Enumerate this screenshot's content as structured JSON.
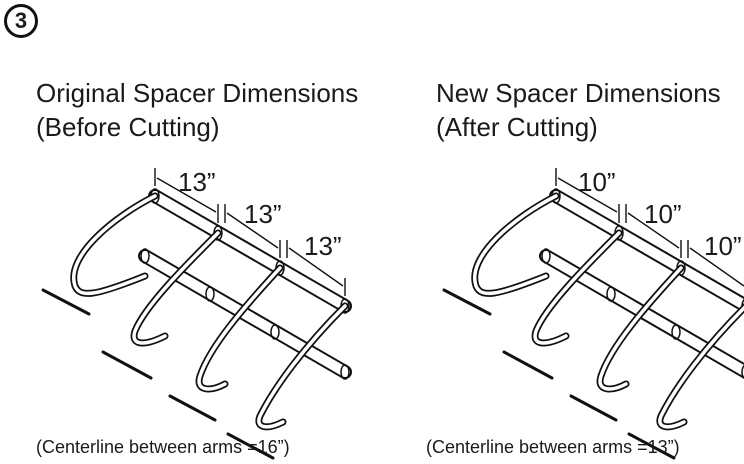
{
  "step": {
    "number": "3"
  },
  "left": {
    "title_line1": "Original Spacer Dimensions",
    "title_line2": "(Before Cutting)",
    "dimensions": [
      "13”",
      "13”",
      "13”"
    ],
    "caption": "(Centerline between arms =16”)"
  },
  "right": {
    "title_line1": "New Spacer Dimensions",
    "title_line2": "(After Cutting)",
    "dimensions": [
      "10”",
      "10”",
      "10”"
    ],
    "caption": "(Centerline between arms =13”)"
  }
}
